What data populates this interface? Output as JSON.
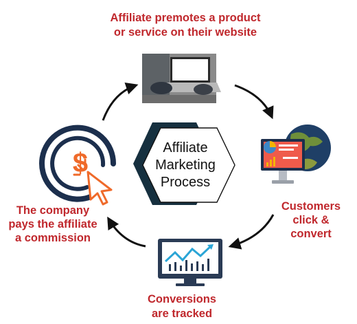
{
  "center": {
    "lines": [
      "Affiliate",
      "Marketing",
      "Process"
    ]
  },
  "steps": [
    {
      "id": "promote",
      "lines": [
        "Affiliate premotes a product",
        "or service on their website"
      ],
      "icon": "laptop-typing-photo"
    },
    {
      "id": "click",
      "lines": [
        "Customers",
        "click &",
        "convert"
      ],
      "icon": "monitor-globe-icon"
    },
    {
      "id": "tracked",
      "lines": [
        "Conversions",
        "are tracked"
      ],
      "icon": "monitor-chart-icon"
    },
    {
      "id": "commission",
      "lines": [
        "The company",
        "pays the affiliate",
        "a commission"
      ],
      "icon": "dollar-cursor-icon"
    }
  ],
  "colors": {
    "label": "#c0282d",
    "navy": "#1c2f4d",
    "orange": "#ef6a2a",
    "arrow": "#111111"
  }
}
